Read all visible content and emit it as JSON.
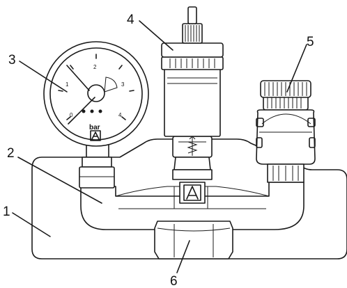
{
  "callouts": {
    "c1": "1",
    "c2": "2",
    "c3": "3",
    "c4": "4",
    "c5": "5",
    "c6": "6"
  },
  "gauge": {
    "ticks": [
      "0",
      "1",
      "2",
      "3",
      "4"
    ],
    "unit": "bar",
    "logo": "A"
  },
  "body_logo": "A"
}
